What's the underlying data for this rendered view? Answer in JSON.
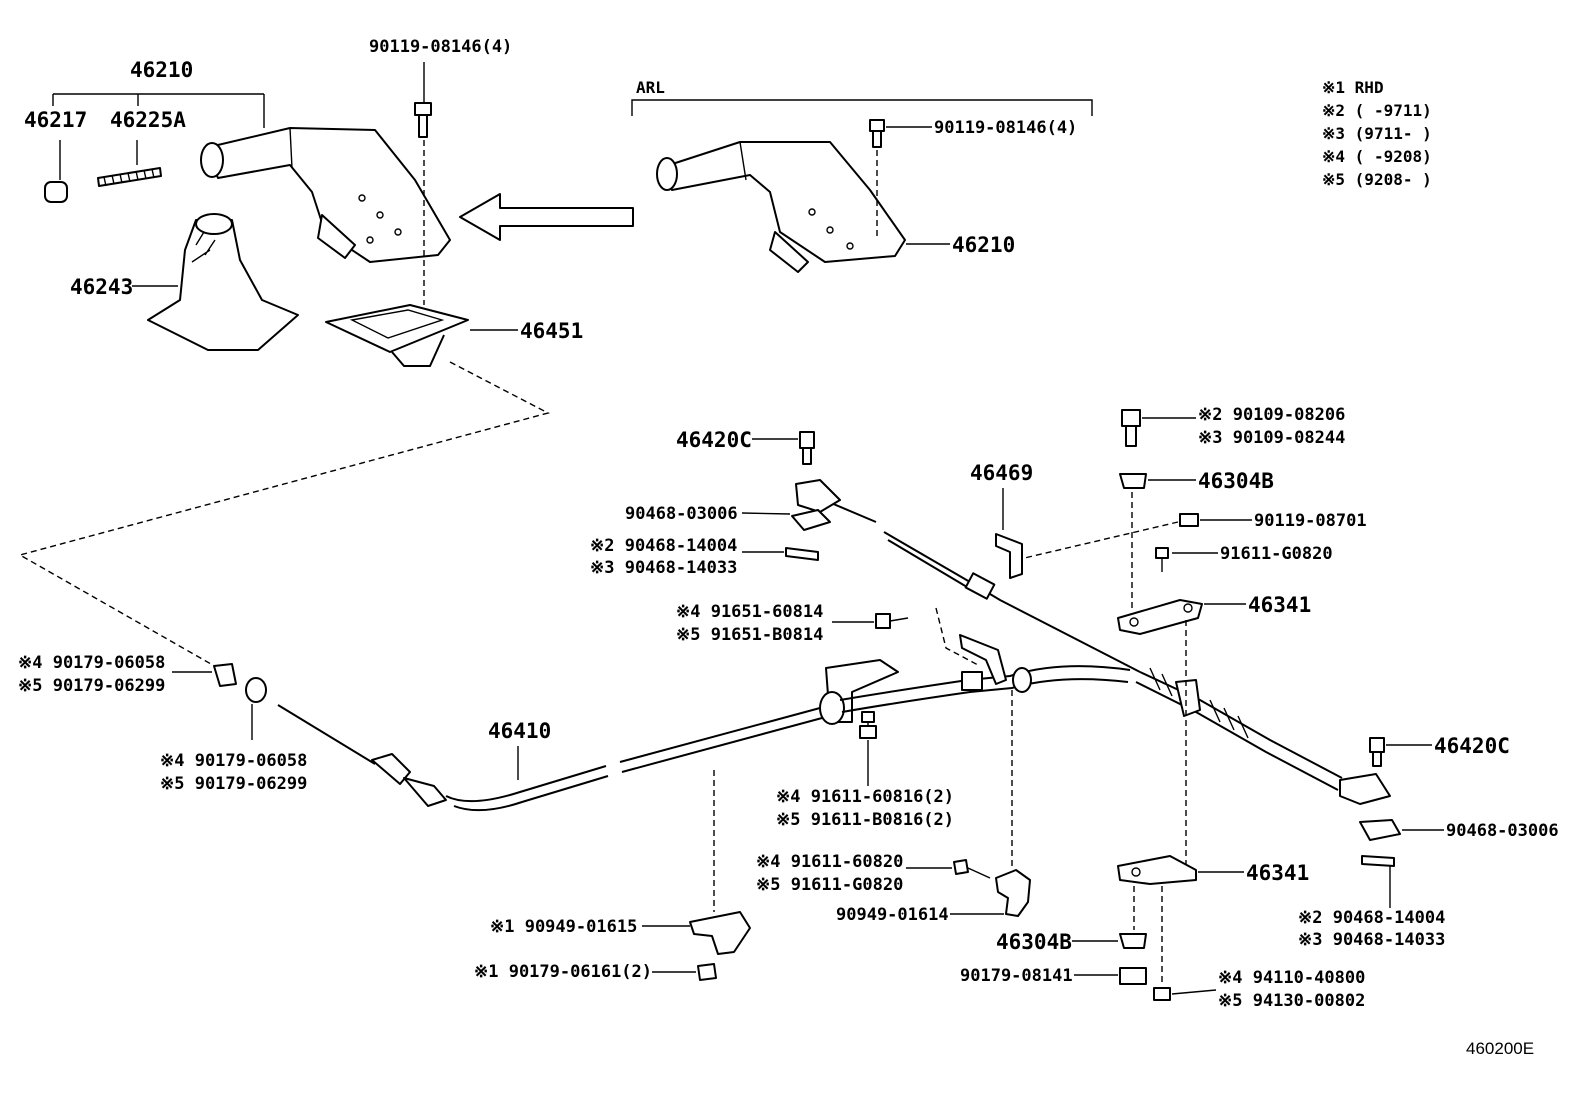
{
  "legend": [
    "※1  RHD",
    "※2  (      -9711)",
    "※3  (9711-      )",
    "※4  (      -9208)",
    "※5  (9208-      )"
  ],
  "diagram_code": "460200E",
  "arl_label": "ARL",
  "labels": {
    "l46210_top": "46210",
    "l46217": "46217",
    "l46225A": "46225A",
    "l46243": "46243",
    "l46451": "46451",
    "l90119_08146_a": "90119-08146(4)",
    "l90119_08146_b": "90119-08146(4)",
    "l46210_arl": "46210",
    "l46420C_a": "46420C",
    "l90468_03006_a": "90468-03006",
    "l90468_14004_a": "※2 90468-14004",
    "l90468_14033_a": "※3 90468-14033",
    "l46469": "46469",
    "l90109_08206": "※2  90109-08206",
    "l90109_08244": "※3  90109-08244",
    "l46304B_a": "46304B",
    "l90119_08701": "90119-08701",
    "l91611_G0820_a": "91611-G0820",
    "l46341_a": "46341",
    "l91651_60814": "※4  91651-60814",
    "l91651_B0814": "※5  91651-B0814",
    "l90179_06058_a": "※4 90179-06058",
    "l90179_06299_a": "※5 90179-06299",
    "l90179_06058_b": "※4  90179-06058",
    "l90179_06299_b": "※5  90179-06299",
    "l46410": "46410",
    "l91611_60816": "※4  91611-60816(2)",
    "l91611_B0816": "※5  91611-B0816(2)",
    "l46420C_b": "46420C",
    "l90468_03006_b": "90468-03006",
    "l91611_60820": "※4  91611-60820",
    "l91611_G0820_b": "※5  91611-G0820",
    "l90949_01614": "90949-01614",
    "l46341_b": "46341",
    "l90949_01615": "※1  90949-01615",
    "l90179_06161": "※1  90179-06161(2)",
    "l46304B_b": "46304B",
    "l90179_08141": "90179-08141",
    "l94110_40800": "※4  94110-40800",
    "l94130_00802": "※5  94130-00802",
    "l90468_14004_b": "※2  90468-14004",
    "l90468_14033_b": "※3  90468-14033"
  }
}
